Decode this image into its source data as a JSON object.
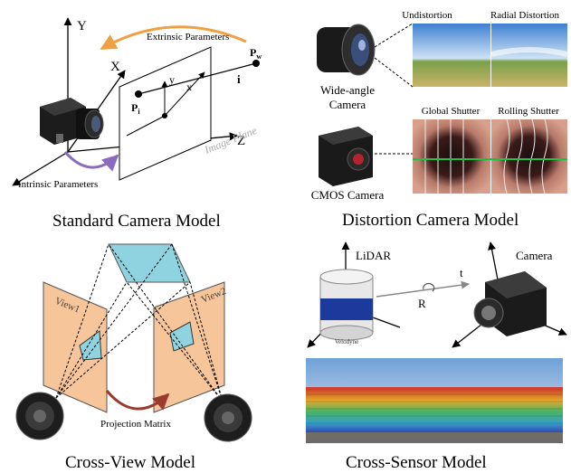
{
  "panels": {
    "standard": {
      "caption": "Standard Camera Model",
      "axis_y": "Y",
      "axis_x": "X",
      "axis_z": "Z",
      "plane_y": "y",
      "plane_x": "x",
      "pw": "P",
      "pw_sub": "w",
      "pi": "P",
      "pi_sub": "i",
      "ray_label": "i",
      "extrinsic": "Extrinsic Parameters",
      "intrinsic": "Intrinsic Parameters",
      "image_plane": "Image Plane"
    },
    "distortion": {
      "caption": "Distortion Camera Model",
      "undistortion": "Undistortion",
      "radial": "Radial Distortion",
      "global_shutter": "Global Shutter",
      "rolling_shutter": "Rolling Shutter",
      "wide_angle_1": "Wide-angle",
      "wide_angle_2": "Camera",
      "cmos": "CMOS Camera"
    },
    "cross_view": {
      "caption": "Cross-View Model",
      "view1": "View1",
      "view2": "View2",
      "projection": "Projection Matrix"
    },
    "cross_sensor": {
      "caption": "Cross-Sensor Model",
      "lidar": "LiDAR",
      "camera": "Camera",
      "rot": "R",
      "trans": "t",
      "velodyne": "Velodyne"
    }
  },
  "colors": {
    "orange_arrow": "#f0a040",
    "purple_arrow": "#8a6bbf",
    "view_plane": "#f7c59a",
    "top_plane": "#8fd3e0",
    "projection_arrow": "#9b3a2e",
    "accent_green": "#22c040"
  }
}
